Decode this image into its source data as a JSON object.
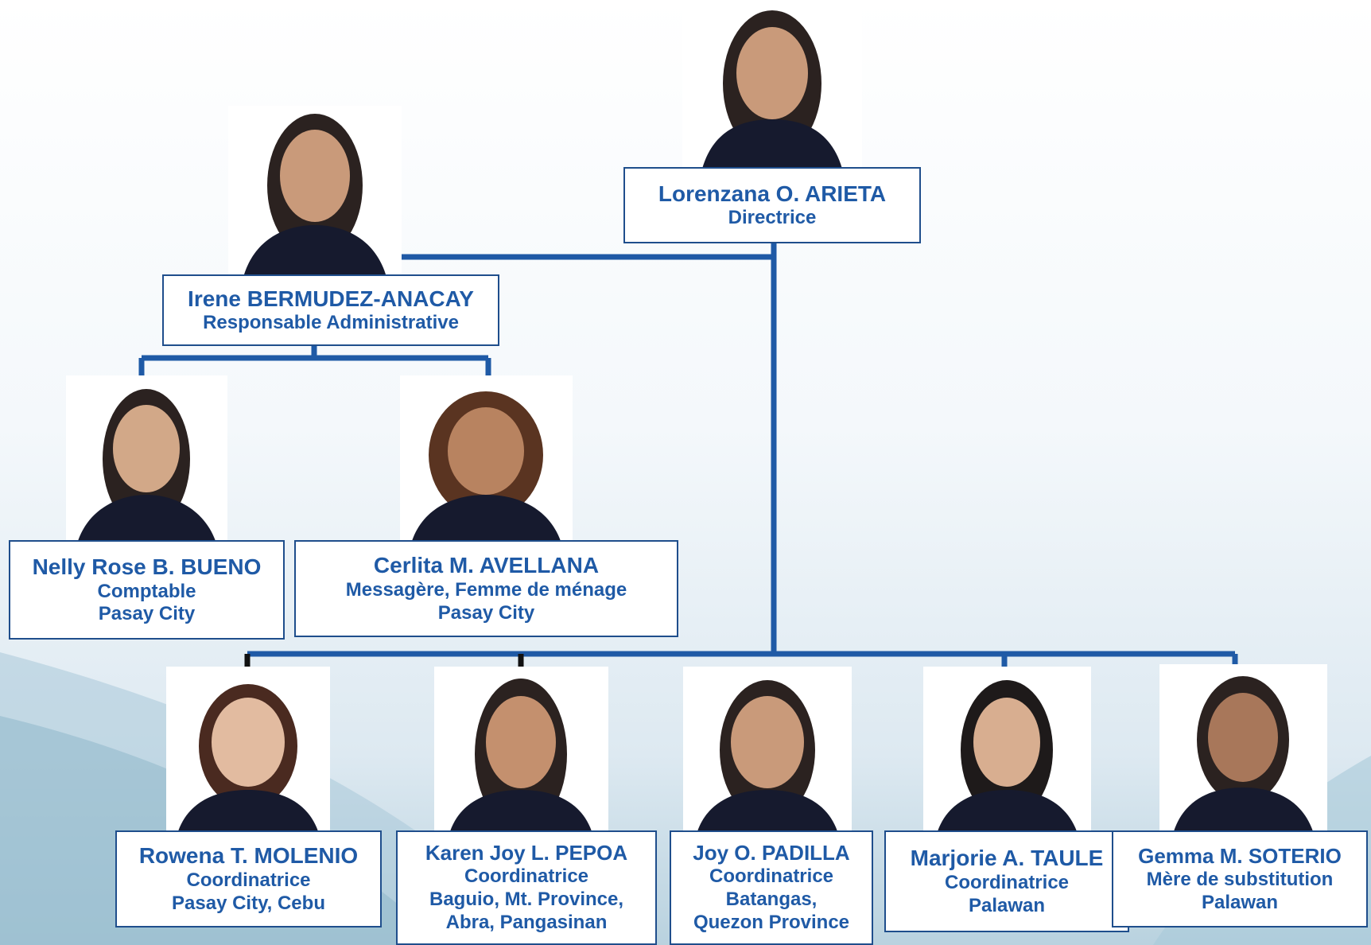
{
  "colors": {
    "connector": "#1f5aa6",
    "text": "#1f5aa6",
    "box_border": "#1f4e8c"
  },
  "people": {
    "director": {
      "name": "Lorenzana O. ARIETA",
      "lines": [
        "Directrice"
      ]
    },
    "admin": {
      "name": "Irene BERMUDEZ-ANACAY",
      "lines": [
        "Responsable Administrative"
      ]
    },
    "accountant": {
      "name": "Nelly Rose B. BUENO",
      "lines": [
        "Comptable",
        "Pasay City"
      ]
    },
    "messenger": {
      "name": "Cerlita M. AVELLANA",
      "lines": [
        "Messagère, Femme de ménage",
        "Pasay City"
      ]
    },
    "coord1": {
      "name": "Rowena T. MOLENIO",
      "lines": [
        "Coordinatrice",
        "Pasay City, Cebu"
      ]
    },
    "coord2": {
      "name": "Karen Joy L. PEPOA",
      "lines": [
        "Coordinatrice",
        "Baguio, Mt. Province,",
        "Abra, Pangasinan"
      ]
    },
    "coord3": {
      "name": "Joy O. PADILLA",
      "lines": [
        "Coordinatrice",
        "Batangas,",
        "Quezon Province"
      ]
    },
    "coord4": {
      "name": "Marjorie A. TAULE",
      "lines": [
        "Coordinatrice",
        "Palawan"
      ]
    },
    "coord5": {
      "name": "Gemma M. SOTERIO",
      "lines": [
        "Mère de substitution",
        "Palawan"
      ]
    }
  }
}
